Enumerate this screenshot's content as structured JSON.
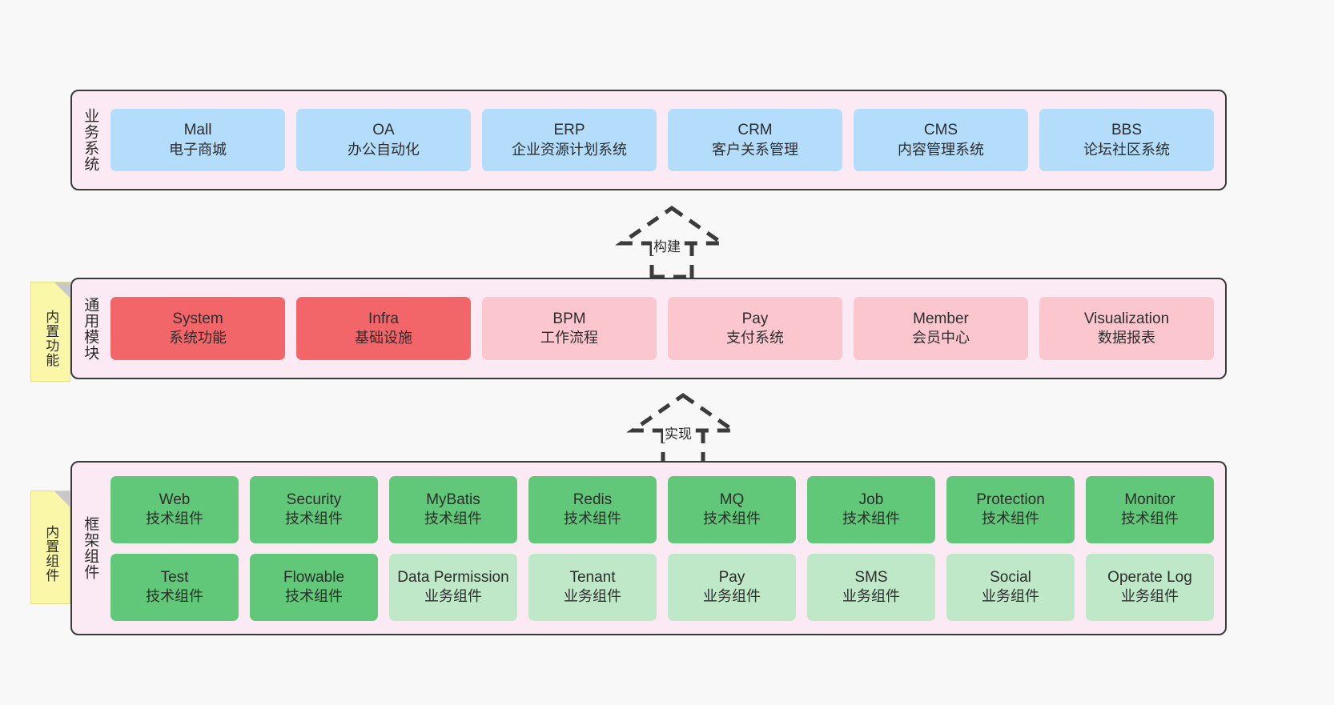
{
  "diagram": {
    "background": "#f8f8f8",
    "layer_fill": "#fbeaf4",
    "layer_border": "#3b3b3b"
  },
  "layers": [
    {
      "id": "business",
      "title": "业务系统",
      "color": "#b3ddfb",
      "cards": [
        {
          "en": "Mall",
          "cn": "电子商城"
        },
        {
          "en": "OA",
          "cn": "办公自动化"
        },
        {
          "en": "ERP",
          "cn": "企业资源计划系统"
        },
        {
          "en": "CRM",
          "cn": "客户关系管理"
        },
        {
          "en": "CMS",
          "cn": "内容管理系统"
        },
        {
          "en": "BBS",
          "cn": "论坛社区系统"
        }
      ]
    },
    {
      "id": "common",
      "title": "通用模块",
      "note": "内置功能",
      "cards": [
        {
          "en": "System",
          "cn": "系统功能",
          "color": "#f2666a"
        },
        {
          "en": "Infra",
          "cn": "基础设施",
          "color": "#f2666a"
        },
        {
          "en": "BPM",
          "cn": "工作流程",
          "color": "#fcc6ce"
        },
        {
          "en": "Pay",
          "cn": "支付系统",
          "color": "#fcc6ce"
        },
        {
          "en": "Member",
          "cn": "会员中心",
          "color": "#fcc6ce"
        },
        {
          "en": "Visualization",
          "cn": "数据报表",
          "color": "#fcc6ce"
        }
      ]
    },
    {
      "id": "framework",
      "title": "框架组件",
      "note": "内置组件",
      "row1": [
        {
          "en": "Web",
          "cn": "技术组件",
          "color": "#60c878"
        },
        {
          "en": "Security",
          "cn": "技术组件",
          "color": "#60c878"
        },
        {
          "en": "MyBatis",
          "cn": "技术组件",
          "color": "#60c878"
        },
        {
          "en": "Redis",
          "cn": "技术组件",
          "color": "#60c878"
        },
        {
          "en": "MQ",
          "cn": "技术组件",
          "color": "#60c878"
        },
        {
          "en": "Job",
          "cn": "技术组件",
          "color": "#60c878"
        },
        {
          "en": "Protection",
          "cn": "技术组件",
          "color": "#60c878"
        },
        {
          "en": "Monitor",
          "cn": "技术组件",
          "color": "#60c878"
        }
      ],
      "row2": [
        {
          "en": "Test",
          "cn": "技术组件",
          "color": "#60c878"
        },
        {
          "en": "Flowable",
          "cn": "技术组件",
          "color": "#60c878"
        },
        {
          "en": "Data Permission",
          "cn": "业务组件",
          "color": "#bfe8c8"
        },
        {
          "en": "Tenant",
          "cn": "业务组件",
          "color": "#bfe8c8"
        },
        {
          "en": "Pay",
          "cn": "业务组件",
          "color": "#bfe8c8"
        },
        {
          "en": "SMS",
          "cn": "业务组件",
          "color": "#bfe8c8"
        },
        {
          "en": "Social",
          "cn": "业务组件",
          "color": "#bfe8c8"
        },
        {
          "en": "Operate Log",
          "cn": "业务组件",
          "color": "#bfe8c8"
        }
      ]
    }
  ],
  "arrows": [
    {
      "id": "build",
      "label": "构建"
    },
    {
      "id": "impl",
      "label": "实现"
    }
  ]
}
